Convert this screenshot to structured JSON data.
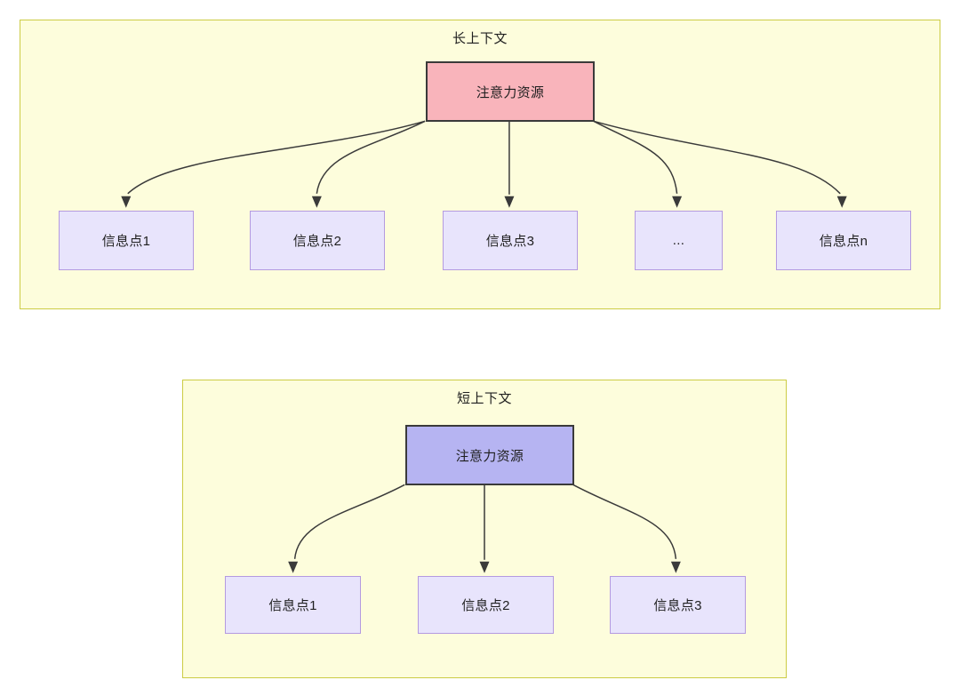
{
  "diagram": {
    "panels": [
      {
        "id": "long-context",
        "title": "长上下文",
        "root": {
          "label": "注意力资源",
          "fill": "#f9b4bb",
          "stroke": "#3a3a3a"
        },
        "leaves": [
          {
            "label": "信息点1"
          },
          {
            "label": "信息点2"
          },
          {
            "label": "信息点3"
          },
          {
            "label": "..."
          },
          {
            "label": "信息点n"
          }
        ]
      },
      {
        "id": "short-context",
        "title": "短上下文",
        "root": {
          "label": "注意力资源",
          "fill": "#b6b4f2",
          "stroke": "#3a3a3a"
        },
        "leaves": [
          {
            "label": "信息点1"
          },
          {
            "label": "信息点2"
          },
          {
            "label": "信息点3"
          }
        ]
      }
    ],
    "colors": {
      "panel_fill": "#fdfddc",
      "panel_border": "#cccc44",
      "leaf_fill": "#e8e4fc",
      "leaf_border": "#b49ae0",
      "root_long_fill": "#f9b4bb",
      "root_short_fill": "#b6b4f2",
      "edge": "#3a3a3a",
      "text": "#1f1f1f"
    }
  }
}
